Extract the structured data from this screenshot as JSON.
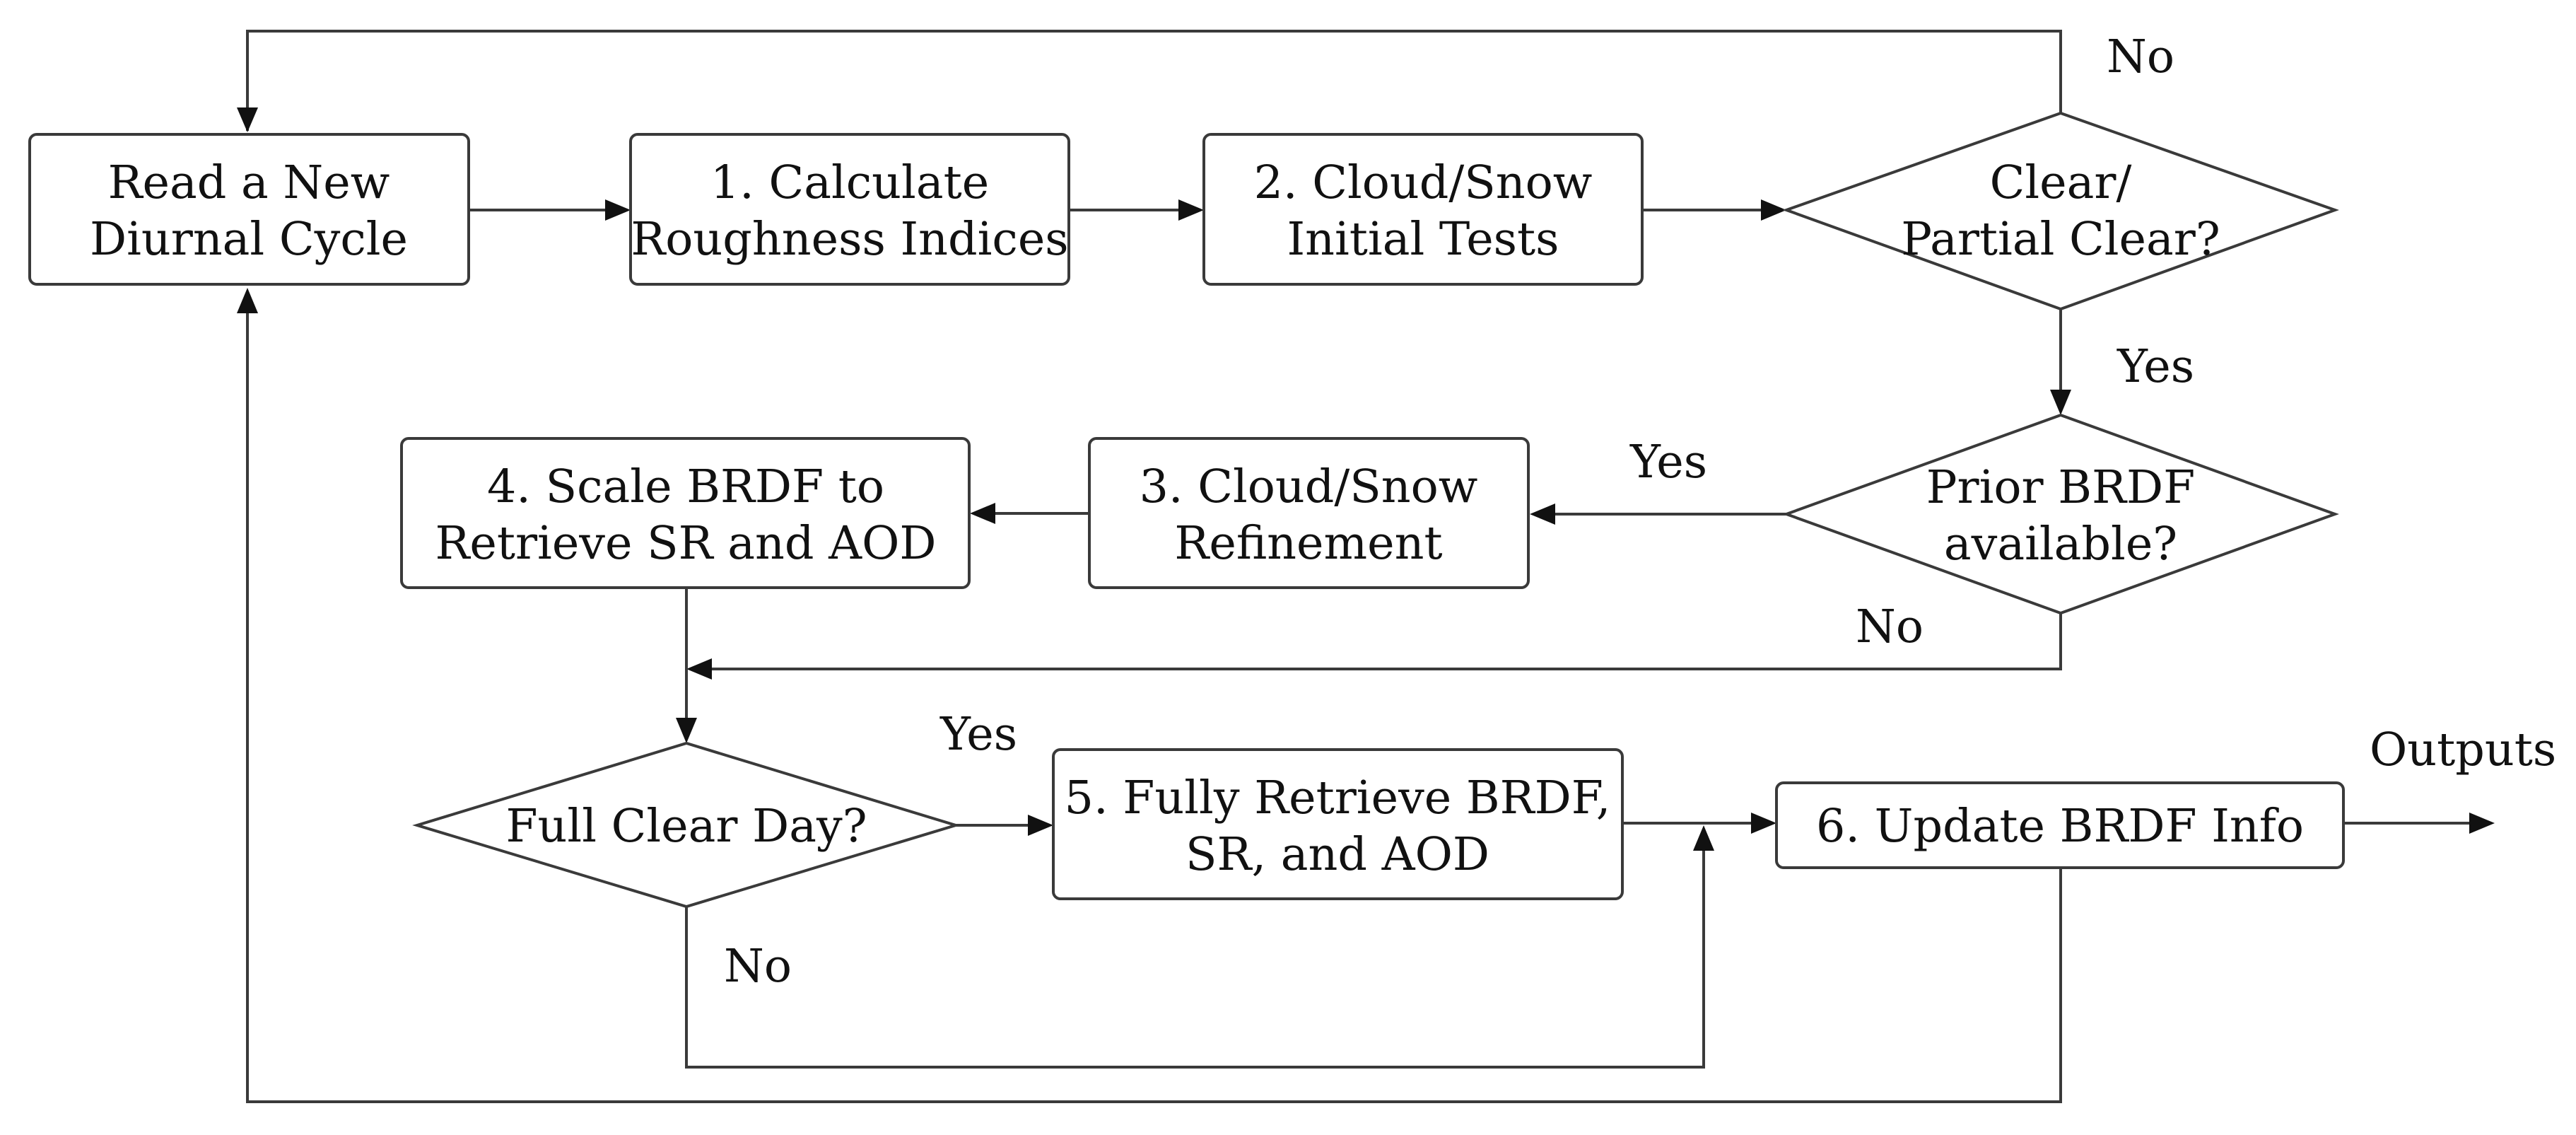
{
  "nodes": {
    "read": {
      "line1": "Read a New",
      "line2": "Diurnal Cycle"
    },
    "calc": {
      "line1": "1. Calculate",
      "line2": "Roughness Indices"
    },
    "cloud_initial": {
      "line1": "2. Cloud/Snow",
      "line2": "Initial Tests"
    },
    "clear_decision": {
      "line1": "Clear/",
      "line2": "Partial Clear?"
    },
    "prior_decision": {
      "line1": "Prior BRDF",
      "line2": "available?"
    },
    "refine": {
      "line1": "3. Cloud/Snow",
      "line2": "Refinement"
    },
    "scale": {
      "line1": "4. Scale BRDF to",
      "line2": "Retrieve SR and AOD"
    },
    "full_clear": {
      "line1": "Full Clear Day?"
    },
    "full_retrieve": {
      "line1": "5. Fully Retrieve BRDF,",
      "line2": "SR, and AOD"
    },
    "update": {
      "line1": "6. Update BRDF Info"
    }
  },
  "labels": {
    "clear_no": "No",
    "clear_yes": "Yes",
    "prior_yes": "Yes",
    "prior_no": "No",
    "full_yes": "Yes",
    "full_no": "No",
    "outputs": "Outputs"
  }
}
